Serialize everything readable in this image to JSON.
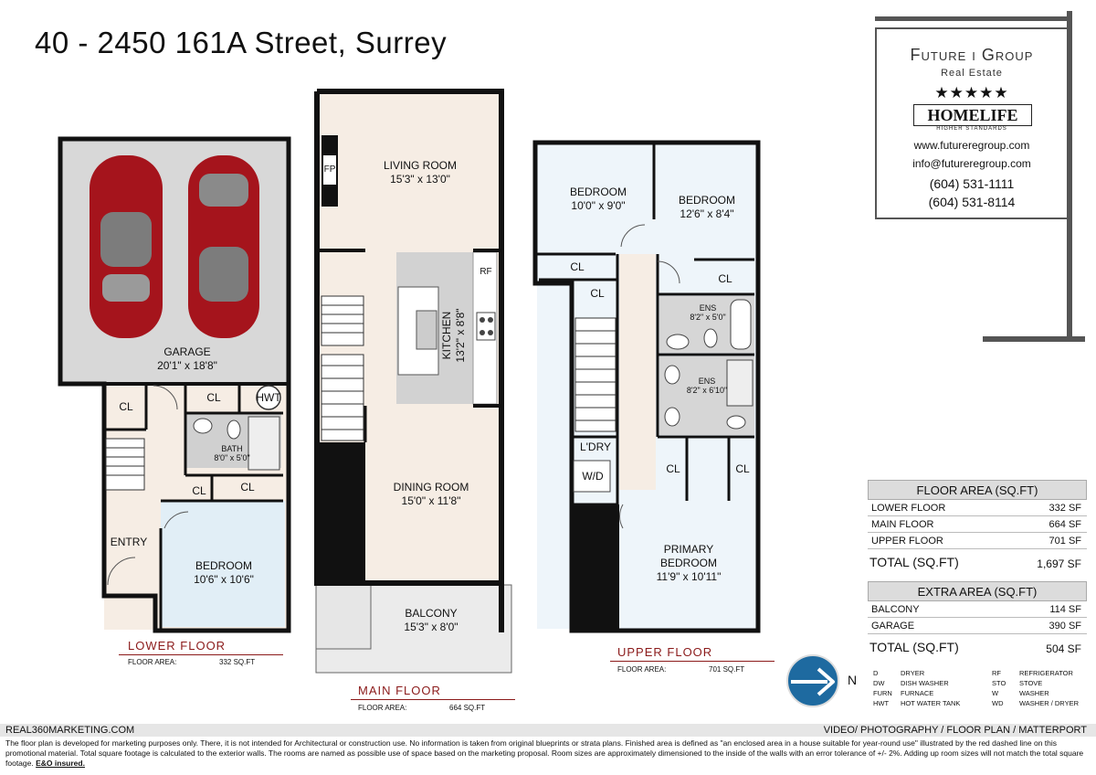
{
  "title": "40 - 2450 161A Street, Surrey",
  "sign": {
    "brand_line1": "Future i Group",
    "brand_line2": "Real Estate",
    "stars": "★★★★★",
    "homelife": "HOMELIFE",
    "homelife_tag": "HIGHER STANDARDS",
    "website": "www.futureregroup.com",
    "email": "info@futureregroup.com",
    "phone1": "(604) 531-1111",
    "phone2": "(604) 531-8114"
  },
  "rooms": {
    "garage": {
      "name": "GARAGE",
      "dims": "20'1\" x 18'8\""
    },
    "hwt": "HWT",
    "lower_cl1": "CL",
    "lower_cl2": "CL",
    "lower_cl3": "CL",
    "lower_cl4": "CL",
    "bath": {
      "name": "BATH",
      "dims": "8'0\" x 5'0\""
    },
    "entry": "ENTRY",
    "lower_bedroom": {
      "name": "BEDROOM",
      "dims": "10'6\" x 10'6\""
    },
    "fp": "FP",
    "living": {
      "name": "LIVING ROOM",
      "dims": "15'3\" x 13'0\""
    },
    "rf": "RF",
    "kitchen": {
      "name": "KITCHEN",
      "dims": "13'2\" x 8'8\""
    },
    "dining": {
      "name": "DINING ROOM",
      "dims": "15'0\" x 11'8\""
    },
    "balcony": {
      "name": "BALCONY",
      "dims": "15'3\" x 8'0\""
    },
    "bed1": {
      "name": "BEDROOM",
      "dims": "10'0\" x 9'0\""
    },
    "bed2": {
      "name": "BEDROOM",
      "dims": "12'6\" x 8'4\""
    },
    "upper_cl1": "CL",
    "upper_cl2": "CL",
    "upper_cl3": "CL",
    "upper_cl4": "CL",
    "upper_cl5": "CL",
    "ens1": {
      "name": "ENS",
      "dims": "8'2\" x 5'0\""
    },
    "ens2": {
      "name": "ENS",
      "dims": "8'2\" x 6'10\""
    },
    "ldry": "L'DRY",
    "wd": "W/D",
    "primary": {
      "name1": "PRIMARY",
      "name2": "BEDROOM",
      "dims": "11'9\" x 10'11\""
    }
  },
  "floors": {
    "lower": {
      "label": "LOWER FLOOR",
      "area_label": "FLOOR AREA:",
      "area": "332 SQ.FT"
    },
    "main": {
      "label": "MAIN FLOOR",
      "area_label": "FLOOR AREA:",
      "area": "664 SQ.FT"
    },
    "upper": {
      "label": "UPPER FLOOR",
      "area_label": "FLOOR AREA:",
      "area": "701 SQ.FT"
    }
  },
  "floor_area_table": {
    "header": "FLOOR AREA (SQ.FT)",
    "rows": [
      {
        "label": "LOWER FLOOR",
        "value": "332 SF"
      },
      {
        "label": "MAIN FLOOR",
        "value": "664 SF"
      },
      {
        "label": "UPPER FLOOR",
        "value": "701 SF"
      }
    ],
    "total_label": "TOTAL (SQ.FT)",
    "total_value": "1,697 SF"
  },
  "extra_area_table": {
    "header": "EXTRA AREA (SQ.FT)",
    "rows": [
      {
        "label": "BALCONY",
        "value": "114 SF"
      },
      {
        "label": "GARAGE",
        "value": "390 SF"
      }
    ],
    "total_label": "TOTAL (SQ.FT)",
    "total_value": "504 SF"
  },
  "compass": "N",
  "legend": [
    {
      "code": "D",
      "desc": "DRYER"
    },
    {
      "code": "DW",
      "desc": "DISH WASHER"
    },
    {
      "code": "FURN",
      "desc": "FURNACE"
    },
    {
      "code": "HWT",
      "desc": "HOT WATER TANK"
    },
    {
      "code": "RF",
      "desc": "REFRIGERATOR"
    },
    {
      "code": "STO",
      "desc": "STOVE"
    },
    {
      "code": "W",
      "desc": "WASHER"
    },
    {
      "code": "WD",
      "desc": "WASHER / DRYER"
    }
  ],
  "footer": {
    "left": "REAL360MARKETING.COM",
    "right": "VIDEO/ PHOTOGRAPHY / FLOOR PLAN / MATTERPORT",
    "disclaimer": "The floor plan is developed for marketing purposes only. There, it is not intended for Architectural or construction use. No information is taken from original blueprints or strata plans. Finished area is defined as \"an enclosed area in a house suitable for year-round use\" illustrated by the red dashed line on this promotional material. Total square footage is calculated to the exterior walls. The rooms are named as possible use of space based on the marketing proposal. Room sizes are approximately dimensioned to the inside of the walls with an error tolerance of +/- 2%. Adding up room sizes will not match the total square footage.",
    "eo": "E&O insured."
  }
}
